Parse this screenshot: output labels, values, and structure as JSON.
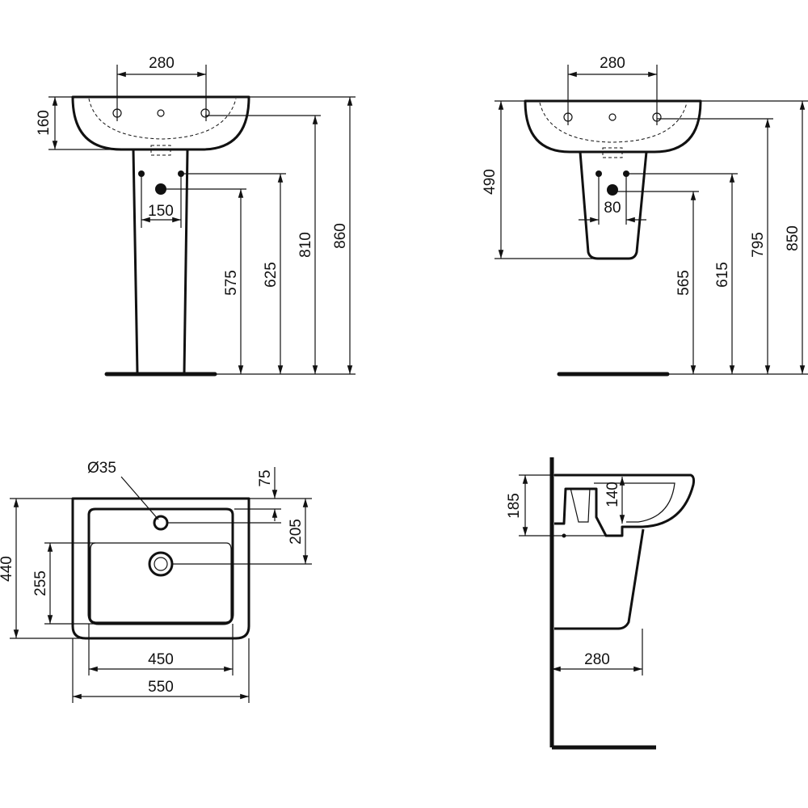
{
  "views": {
    "front_pedestal": {
      "width_taps": "280",
      "basin_height": "160",
      "pipe_spacing": "150",
      "h575": "575",
      "h625": "625",
      "h810": "810",
      "h860": "860"
    },
    "front_semi_pedestal": {
      "width_taps": "280",
      "h490": "490",
      "pipe_spacing": "80",
      "h565": "565",
      "h615": "615",
      "h795": "795",
      "h850": "850"
    },
    "plan": {
      "tap_hole": "Ø35",
      "d75": "75",
      "d205": "205",
      "depth": "440",
      "d255": "255",
      "bowl_width": "450",
      "overall_width": "550"
    },
    "side": {
      "h185": "185",
      "h140": "140",
      "projection": "280"
    }
  }
}
